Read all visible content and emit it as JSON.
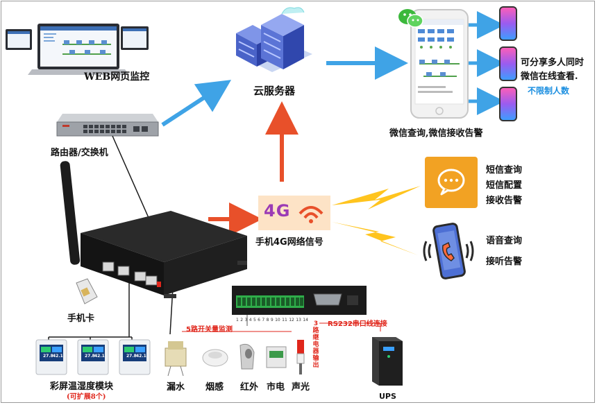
{
  "labels": {
    "web": "WEB网页监控",
    "cloud": "云服务器",
    "router": "路由器/交换机",
    "phone_4g": "手机4G网络信号",
    "badge_4g": "4G",
    "sim": "手机卡",
    "temp_module": "彩屏温湿度模块",
    "temp_module_sub": "(可扩展8个)",
    "wechat": "微信查询,微信接收告警",
    "share_line1": "可分享多人同时",
    "share_line2": "微信在线查看.",
    "unlimited": "不限制人数",
    "sms1": "短信查询",
    "sms2": "短信配置",
    "sms3": "接收告警",
    "voice1": "语音查询",
    "voice2": "接听告警",
    "switch_monitor": "5路开关量监测",
    "relay": "3路继电器输出",
    "rs232": "RS232串口线连接",
    "ups": "UPS",
    "water": "漏水",
    "smoke": "烟感",
    "infrared": "红外",
    "mains": "市电",
    "sound_light": "声光"
  },
  "terminal_numbers": [
    "1",
    "2",
    "3",
    "4",
    "5",
    "6",
    "7",
    "8",
    "9",
    "10",
    "11",
    "12",
    "13",
    "14"
  ],
  "screen_readings": [
    "27.8",
    "42.1"
  ],
  "colors": {
    "arrow_blue": "#3fa3e6",
    "arrow_orange": "#e8502a",
    "accent_red": "#e0261b",
    "accent_blue": "#1a8ee0",
    "sms_orange": "#f2a223",
    "signal_yellow": "#ffc41e"
  },
  "icons": [
    "monitor-icon",
    "server-icon",
    "phone-icon",
    "router-icon",
    "antenna-icon",
    "sim-card-icon",
    "speech-bubble-icon",
    "phone-call-icon",
    "wechat-icon",
    "wifi-signal-icon"
  ]
}
